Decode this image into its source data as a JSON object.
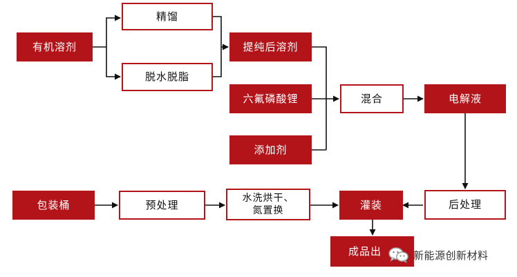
{
  "theme": {
    "red": "#b3141a",
    "arrow": "#111111"
  },
  "nodes": {
    "organic_solvent": "有机溶剂",
    "distillation": "精馏",
    "dehydration": "脱水脱脂",
    "purified_solvent": "提纯后溶剂",
    "lipf6": "六氟磷酸锂",
    "additive": "添加剂",
    "mixing": "混合",
    "electrolyte": "电解液",
    "packaging_drum": "包装桶",
    "pretreatment": "预处理",
    "washing_drying": "水洗烘干、\n氮置换",
    "filling": "灌装",
    "post_treatment": "后处理",
    "finished_product": "成品出"
  },
  "watermark": {
    "icon": "wechat-icon",
    "text": "新能源创新材料"
  }
}
